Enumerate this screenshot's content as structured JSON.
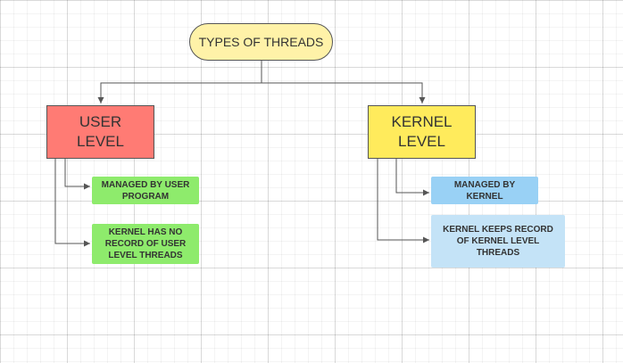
{
  "diagram": {
    "root": {
      "label": "TYPES OF THREADS"
    },
    "user_level": {
      "label": "USER\nLEVEL",
      "items": [
        "MANAGED BY USER\nPROGRAM",
        "KERNEL HAS NO\nRECORD OF USER\nLEVEL THREADS"
      ]
    },
    "kernel_level": {
      "label": "KERNEL\nLEVEL",
      "items": [
        "MANAGED BY\nKERNEL",
        "KERNEL KEEPS RECORD\nOF  KERNEL LEVEL\nTHREADS"
      ]
    }
  },
  "colors": {
    "root_fill": "#FFF2A8",
    "user_level_fill": "#FF7B74",
    "kernel_level_fill": "#FFEB5C",
    "user_items_fill": "#8EEB6C",
    "kernel_item_1_fill": "#99D1F5",
    "kernel_item_2_fill": "#C4E3F7",
    "connector": "#555555"
  }
}
